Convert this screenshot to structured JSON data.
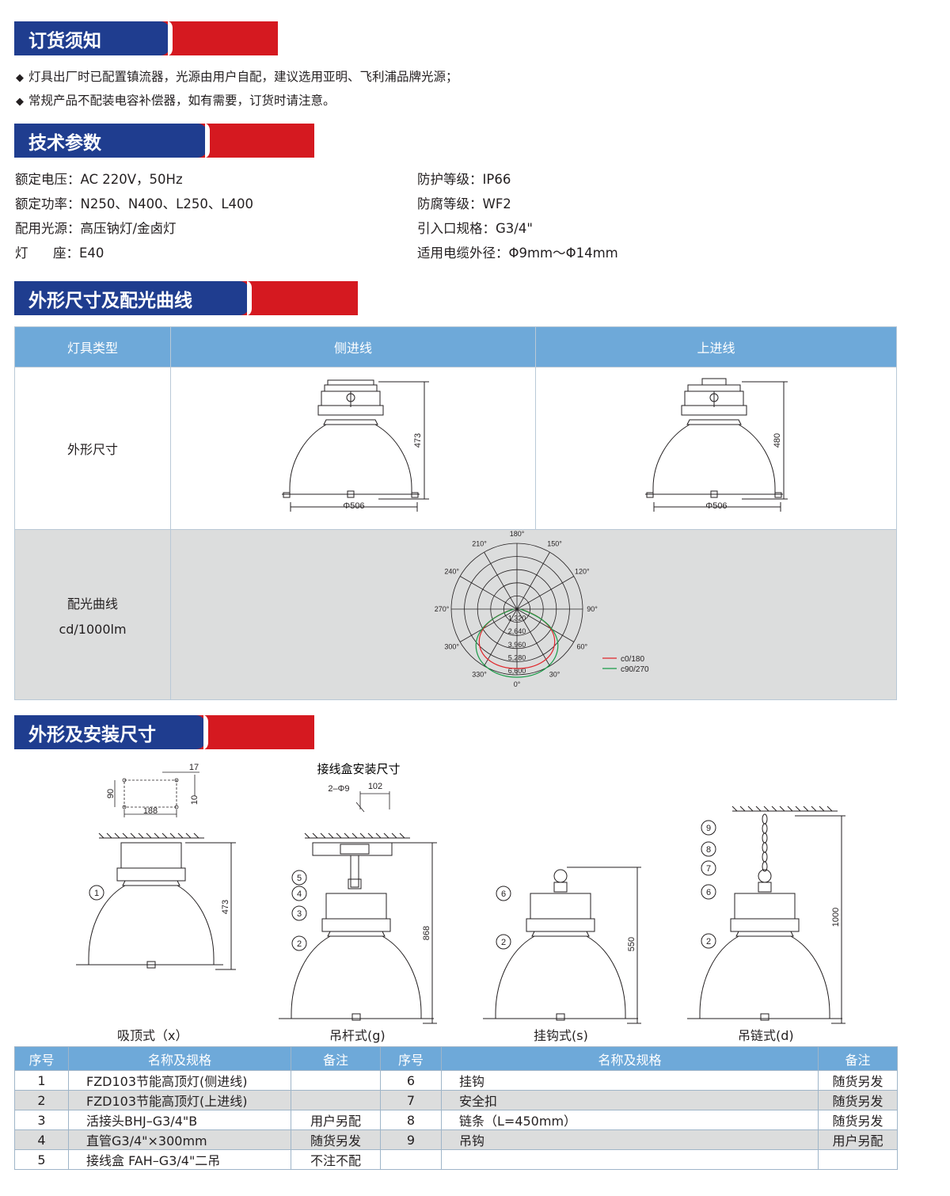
{
  "sections": {
    "order": "订货须知",
    "tech": "技术参数",
    "shape": "外形尺寸及配光曲线",
    "install": "外形及安装尺寸"
  },
  "order_notes": [
    "灯具出厂时已配置镇流器，光源由用户自配，建议选用亚明、飞利浦品牌光源；",
    "常规产品不配装电容补偿器，如有需要，订货时请注意。"
  ],
  "tech_left": [
    "额定电压：AC 220V，50Hz",
    "额定功率：N250、N400、L250、L400",
    "配用光源：高压钠灯/金卤灯",
    "灯      座：E40"
  ],
  "tech_right": [
    "防护等级：IP66",
    "防腐等级：WF2",
    "引入口规格：G3/4\"",
    "适用电缆外径：Φ9mm～Φ14mm"
  ],
  "table1": {
    "headers": [
      "灯具类型",
      "侧进线",
      "上进线"
    ],
    "row_shape": "外形尺寸",
    "row_curve_1": "配光曲线",
    "row_curve_2": "cd/1000lm",
    "side": {
      "height": "473",
      "width": "Φ506"
    },
    "top": {
      "height": "480",
      "width": "Φ506"
    }
  },
  "polar": {
    "angles": [
      "180°",
      "150°",
      "120°",
      "90°",
      "60°",
      "30°",
      "0°",
      "330°",
      "300°",
      "270°",
      "240°",
      "210°"
    ],
    "rings": [
      "1,320",
      "2,640",
      "3,960",
      "5,280",
      "6,600"
    ],
    "legend": [
      {
        "name": "c0/180",
        "color": "#e0262b"
      },
      {
        "name": "c90/270",
        "color": "#1a9b48"
      }
    ]
  },
  "install": {
    "box_title": "接线盒安装尺寸",
    "box_dims": {
      "d17": "17",
      "d90": "90",
      "d10": "10",
      "d188": "188",
      "hole": "2–Φ9",
      "d102": "102"
    },
    "heights": {
      "x": "473",
      "g": "868",
      "s": "550",
      "d": "1000"
    },
    "captions": [
      "吸顶式（x）",
      "吊杆式(g)",
      "挂钩式(s)",
      "吊链式(d)"
    ],
    "labels": [
      "1",
      "2",
      "3",
      "4",
      "5",
      "6",
      "7",
      "8",
      "9"
    ]
  },
  "table2": {
    "headers": [
      "序号",
      "名称及规格",
      "备注",
      "序号",
      "名称及规格",
      "备注"
    ],
    "left": [
      [
        "1",
        "FZD103节能高顶灯(侧进线)",
        ""
      ],
      [
        "2",
        "FZD103节能高顶灯(上进线)",
        ""
      ],
      [
        "3",
        "活接头BHJ–G3/4\"B",
        "用户另配"
      ],
      [
        "4",
        "直管G3/4\"×300mm",
        "随货另发"
      ],
      [
        "5",
        "接线盒 FAH–G3/4\"二吊",
        "不注不配"
      ]
    ],
    "right": [
      [
        "6",
        "挂钩",
        "随货另发"
      ],
      [
        "7",
        "安全扣",
        "随货另发"
      ],
      [
        "8",
        "链条（L=450mm）",
        "随货另发"
      ],
      [
        "9",
        "吊钩",
        "用户另配"
      ],
      [
        "",
        "",
        ""
      ]
    ]
  }
}
